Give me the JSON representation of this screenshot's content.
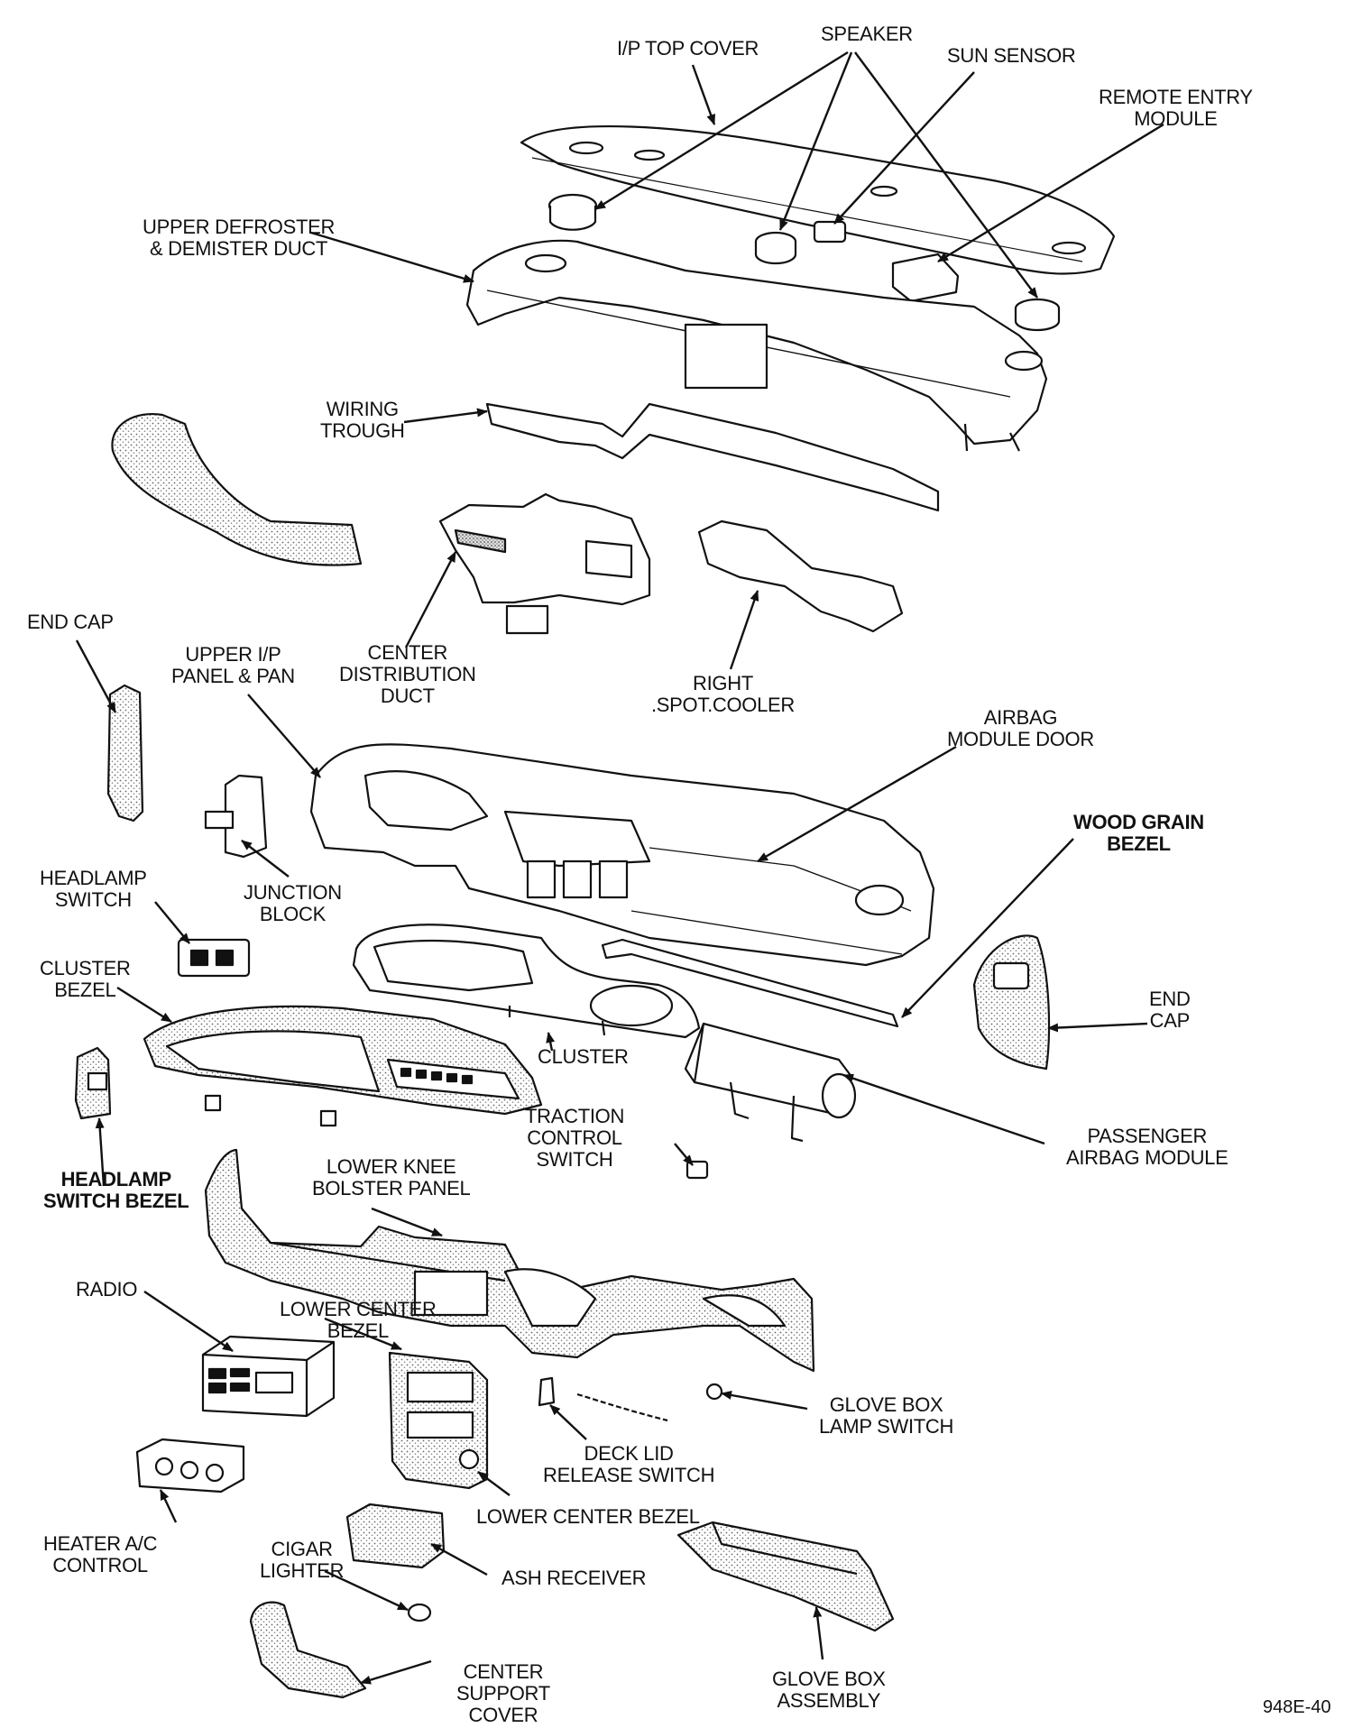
{
  "labels": {
    "ip_top_cover": "I/P TOP COVER",
    "speaker": "SPEAKER",
    "sun_sensor": "SUN SENSOR",
    "remote_entry": [
      "REMOTE ENTRY",
      "MODULE"
    ],
    "upper_defroster": [
      "UPPER DEFROSTER",
      "& DEMISTER DUCT"
    ],
    "wiring_trough": [
      "WIRING",
      "TROUGH"
    ],
    "end_cap_left": "END CAP",
    "upper_ip_panel": [
      "UPPER I/P",
      "PANEL & PAN"
    ],
    "center_distribution": [
      "CENTER",
      "DISTRIBUTION",
      "DUCT"
    ],
    "right_spot_cooler": [
      "RIGHT",
      ".SPOT.COOLER"
    ],
    "airbag_module_door": [
      "AIRBAG",
      "MODULE DOOR"
    ],
    "wood_grain_bezel": [
      "WOOD GRAIN",
      "BEZEL"
    ],
    "headlamp_switch": [
      "HEADLAMP",
      "SWITCH"
    ],
    "junction_block": [
      "JUNCTION",
      "BLOCK"
    ],
    "cluster_bezel": [
      "CLUSTER",
      "BEZEL"
    ],
    "cluster": "CLUSTER",
    "end_cap_right": [
      "END",
      "CAP"
    ],
    "traction_control": [
      "TRACTION",
      "CONTROL",
      "SWITCH"
    ],
    "passenger_airbag": [
      "PASSENGER",
      "AIRBAG MODULE"
    ],
    "headlamp_switch_bezel": [
      "HEADLAMP",
      "SWITCH BEZEL"
    ],
    "lower_knee_bolster": [
      "LOWER KNEE",
      "BOLSTER PANEL"
    ],
    "radio": "RADIO",
    "lower_center_bezel_top": [
      "LOWER CENTER",
      "BEZEL"
    ],
    "glove_box_lamp_switch": [
      "GLOVE BOX",
      "LAMP SWITCH"
    ],
    "deck_lid_release": [
      "DECK LID",
      "RELEASE SWITCH"
    ],
    "lower_center_bezel_bottom": "LOWER CENTER BEZEL",
    "heater_ac_control": [
      "HEATER A/C",
      "CONTROL"
    ],
    "cigar_lighter": [
      "CIGAR",
      "LIGHTER"
    ],
    "ash_receiver": "ASH RECEIVER",
    "center_support_cover": [
      "CENTER",
      "SUPPORT",
      "COVER"
    ],
    "glove_box_assembly": [
      "GLOVE BOX",
      "ASSEMBLY"
    ]
  },
  "figure_id": "948E-40"
}
